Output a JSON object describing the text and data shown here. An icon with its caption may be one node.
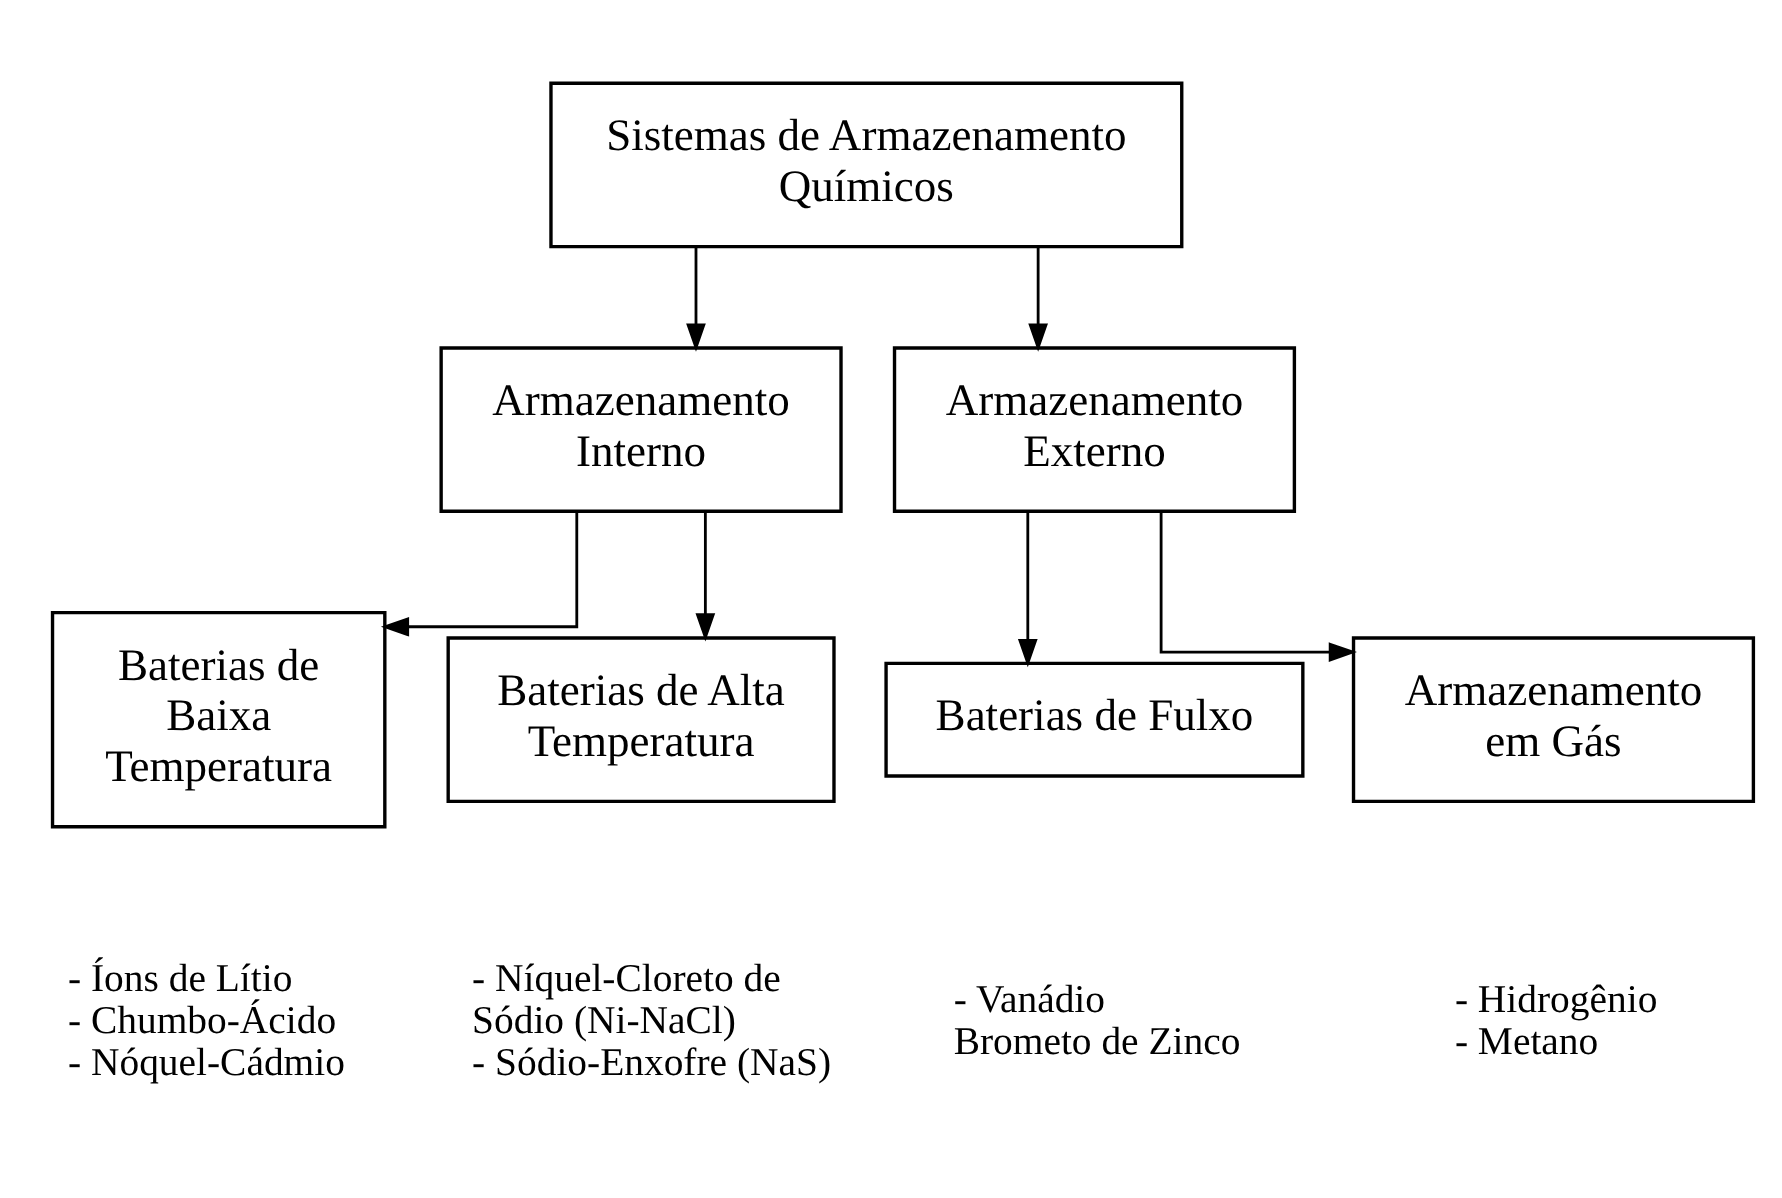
{
  "diagram": {
    "nodes": [
      {
        "text": [
          "Sistemas de Armazenamento Químicos"
        ]
      },
      {
        "text": [
          "Armazenamento Interno"
        ]
      },
      {
        "text": [
          "Armazenamento Externo"
        ]
      },
      {
        "text": [
          "Baterias de Baixa Temperatura"
        ],
        "beside": [
          "- Íons de Lítio",
          "- Chumbo-Ácido",
          "- Nóquel-Cádmio"
        ]
      },
      {
        "text": [
          "Baterias de Alta Temperatura"
        ],
        "beside": [
          "- Níquel-Cloreto de Sódio (Ni-NaCl)",
          "- Sódio-Enxofre (NaS)"
        ]
      },
      {
        "text": [
          "Baterias de Fulxo"
        ],
        "beside": [
          "- Vanádio",
          "Brometo de Zinco"
        ]
      },
      {
        "text": [
          "Armazenamento em Gás"
        ],
        "beside": [
          "- Hidrogênio",
          "- Metano"
        ]
      }
    ],
    "edges": [
      {
        "from": 0,
        "to": 1,
        "arrow": "to"
      },
      {
        "from": 0,
        "to": 2,
        "arrow": "to"
      },
      {
        "from": 1,
        "to": 3,
        "arrow": "to"
      },
      {
        "from": 1,
        "to": 4,
        "arrow": "to"
      },
      {
        "from": 2,
        "to": 5,
        "arrow": "to"
      },
      {
        "from": 2,
        "to": 6,
        "arrow": "to"
      }
    ]
  }
}
